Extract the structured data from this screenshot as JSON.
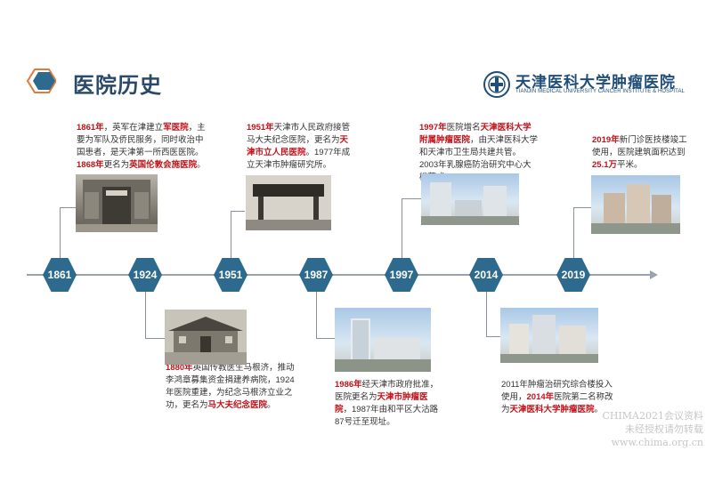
{
  "header": {
    "title": "医院历史",
    "logo_cn": "天津医科大学肿瘤医院",
    "logo_en": "TIANJIN MEDICAL UNIVERSITY CANCER INSTITUTE & HOSPITAL",
    "accent_color": "#2e6a8e",
    "highlight_color": "#c0141b"
  },
  "timeline": {
    "years": [
      "1861",
      "1924",
      "1951",
      "1987",
      "1997",
      "2014",
      "2019"
    ],
    "events": {
      "e1861": {
        "a": "1861年",
        "b": "，英军在津建立",
        "c": "军医院",
        "d": "，主要为军队及侨民服务，同时收治中国患者，是天津第一所西医医院。",
        "e": "1868年",
        "f": "更名为",
        "g": "英国伦敦会施医院",
        "h": "。"
      },
      "e1924": {
        "a": "1880年",
        "b": "英国传教医生马根济，推动李鸿章募集资金捐建养病院，1924年医院重建，为纪念马根济立业之功，更名为",
        "c": "马大夫纪念医院",
        "d": "。"
      },
      "e1951": {
        "a": "1951年",
        "b": "天津市人民政府接管马大夫纪念医院，更名为",
        "c": "天津市立人民医院",
        "d": "。1977年成立天津市肿瘤研究所。"
      },
      "e1987": {
        "a": "1986年",
        "b": "经天津市政府批准，医院更名为",
        "c": "天津市肿瘤医院",
        "d": "，1987年由和平区大沽路87号迁至现址。"
      },
      "e1997": {
        "a": "1997年",
        "b": "医院增名",
        "c": "天津医科大学附属肿瘤医院",
        "d": "，由天津医科大学和天津市卫生局共建共管。2003年乳腺癌防治研究中心大楼落成。"
      },
      "e2014": {
        "a": "2011年肿瘤治研究综合楼投入使用，",
        "b": "2014年",
        "c": "医院第二名称改为",
        "d": "天津医科大学肿瘤医院",
        "e": "。"
      },
      "e2019": {
        "a": "2019年",
        "b": "新门诊医技楼竣工使用，医院建筑面积达到",
        "c": "25.1万",
        "d": "平米。"
      }
    }
  },
  "watermark": {
    "line1": "CHIMA2021会议资料",
    "line2": "未经授权请勿转载",
    "line3": "www.chima.org.cn"
  }
}
